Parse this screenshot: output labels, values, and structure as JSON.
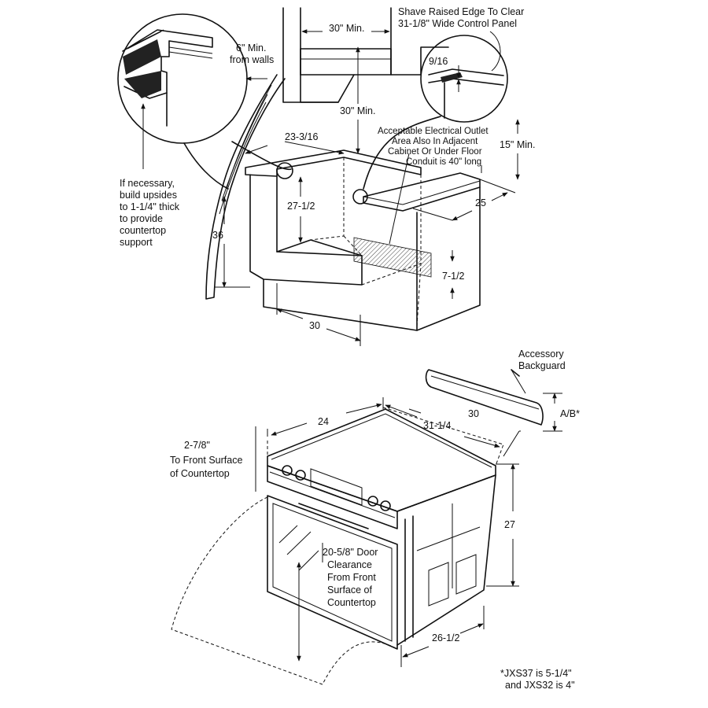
{
  "colors": {
    "line": "#111111",
    "background": "#ffffff"
  },
  "top_view": {
    "clearance_width": "30\" Min.",
    "shave_note": [
      "Shave Raised Edge To Clear",
      "31-1/8\" Wide Control Panel"
    ],
    "edge_dim": "9/16",
    "wall_clearance": [
      "6\" Min.",
      "from walls"
    ],
    "hood_clearance": "30\" Min.",
    "outlet_note": [
      "Acceptable Electrical Outlet",
      "Area Also In Adjacent",
      "Cabinet Or Under Floor",
      "Conduit is 40\" long"
    ],
    "upper_clearance": "15\" Min.",
    "cutout_depth": "23-3/16",
    "cutout_height": "27-1/2",
    "countertop_depth": "25",
    "upsides_note": [
      "If necessary,",
      "build upsides",
      "to 1-1/4\" thick",
      "to provide",
      "countertop",
      "support"
    ],
    "counter_height": "36",
    "outlet_height": "7-1/2",
    "cutout_width": "30"
  },
  "bottom_view": {
    "backguard_label": [
      "Accessory",
      "Backguard"
    ],
    "backguard_width": "30",
    "backguard_height": "A/B*",
    "range_depth": "24",
    "range_width": "31-1/4",
    "front_offset": [
      "2-7/8\"",
      "To Front Surface",
      "of Countertop"
    ],
    "range_height": "27",
    "door_note": [
      "20-5/8\" Door",
      "Clearance",
      "From Front",
      "Surface of",
      "Countertop"
    ],
    "base_depth": "26-1/2",
    "footnote": [
      "*JXS37 is 5-1/4\"",
      "and JXS32 is 4\""
    ]
  }
}
